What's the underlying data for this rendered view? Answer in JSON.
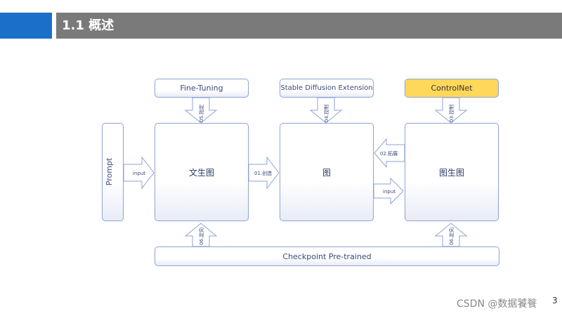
{
  "header": {
    "title": "1.1 概述"
  },
  "diagram": {
    "top_boxes": {
      "fine_tuning": "Fine-Tuning",
      "sd_extension": "Stable Diffusion Extension",
      "controlnet": "ControlNet"
    },
    "prompt": "Prompt",
    "main_boxes": {
      "text2img": "文生图",
      "img": "图",
      "img2img": "图生图"
    },
    "bottom_box": "Checkpoint Pre-trained",
    "arrows": {
      "fine_tuning_down": "05.指定",
      "sd_ext_down": "04.控制",
      "controlnet_down": "03.控制",
      "prompt_input": "input",
      "create": "01.创造",
      "extend": "02.拓展",
      "img_input": "input",
      "checkpoint_up_left": "06.定向",
      "checkpoint_up_right": "06.定向"
    },
    "colors": {
      "border": "#8ea3d4",
      "controlnet_fill": "#ffd75a",
      "header_accent": "#1a6fc9",
      "header_bar": "#7a7a7a"
    }
  },
  "watermark": "CSDN @数据饕餮",
  "page_number": "3"
}
